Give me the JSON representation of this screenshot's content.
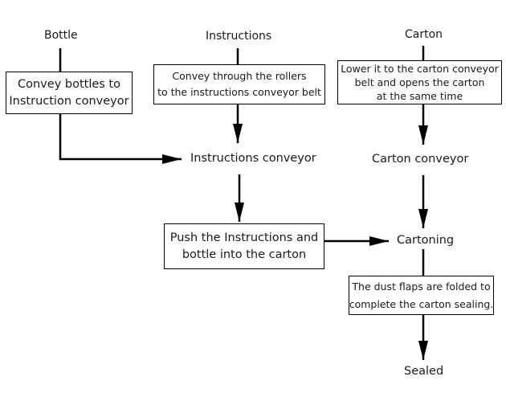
{
  "diagram": {
    "sources": {
      "bottle": "Bottle",
      "instructions": "Instructions",
      "carton": "Carton"
    },
    "steps": {
      "convey_bottles": [
        "Convey bottles to",
        "Instruction conveyor"
      ],
      "convey_rollers": [
        "Convey through the rollers",
        "to the instructions conveyor belt"
      ],
      "lower_carton": [
        "Lower it to the carton conveyor",
        "belt and opens the carton",
        "at the same time"
      ],
      "push_into_carton": [
        "Push the Instructions and",
        "bottle into the carton"
      ],
      "dust_flaps": [
        "The dust flaps are folded to",
        "complete the carton sealing."
      ]
    },
    "stages": {
      "instructions_conveyor": "Instructions conveyor",
      "carton_conveyor": "Carton conveyor",
      "cartoning": "Cartoning",
      "sealed": "Sealed"
    }
  }
}
